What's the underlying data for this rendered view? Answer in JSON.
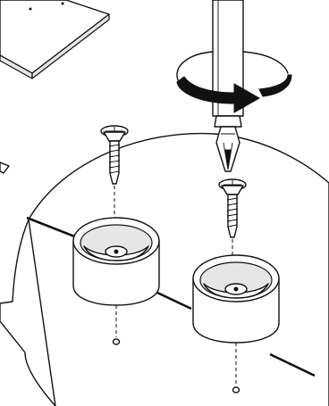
{
  "illustration": {
    "type": "assembly-instruction",
    "steps_depicted": [
      "screwdriver-rotate-clockwise",
      "screw-into-spacer",
      "spacer-onto-hole"
    ],
    "colors": {
      "line": "#111111",
      "fill": "#ffffff",
      "shade": "#e6e6e6"
    }
  }
}
